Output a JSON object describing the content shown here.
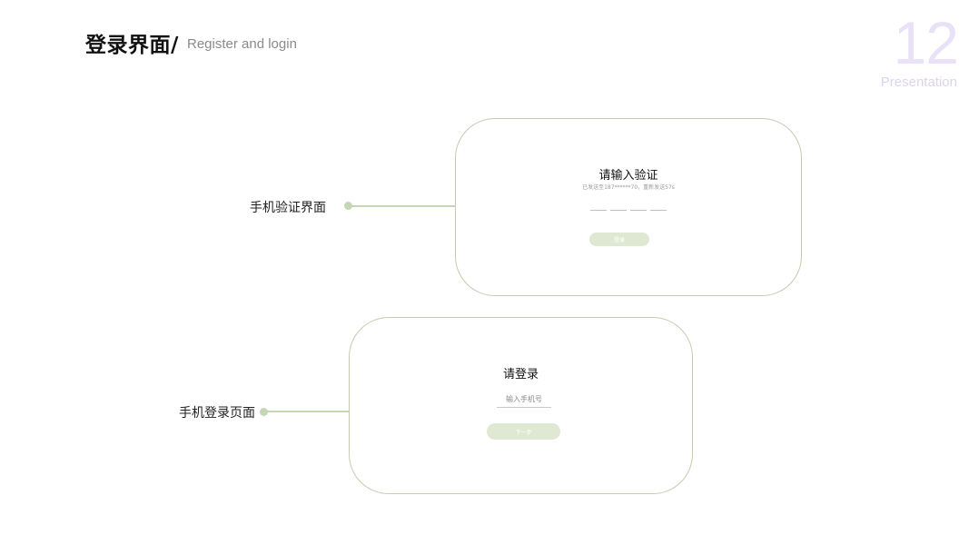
{
  "header": {
    "title": "登录界面/",
    "subtitle": "Register and login",
    "page_number": "12",
    "page_tag": "Presentation"
  },
  "callouts": {
    "verify": "手机验证界面",
    "login": "手机登录页面"
  },
  "verify_card": {
    "title": "请输入验证",
    "hint": "已发送至187******70，重新发送57s",
    "button_label": "登录"
  },
  "login_card": {
    "title": "请登录",
    "phone_placeholder": "输入手机号",
    "button_label": "下一步"
  },
  "colors": {
    "accent": "#c5d6b4",
    "card_border": "#c7cbb0",
    "button_fill": "#dfe8d3",
    "page_number": "#e8e1f7"
  }
}
